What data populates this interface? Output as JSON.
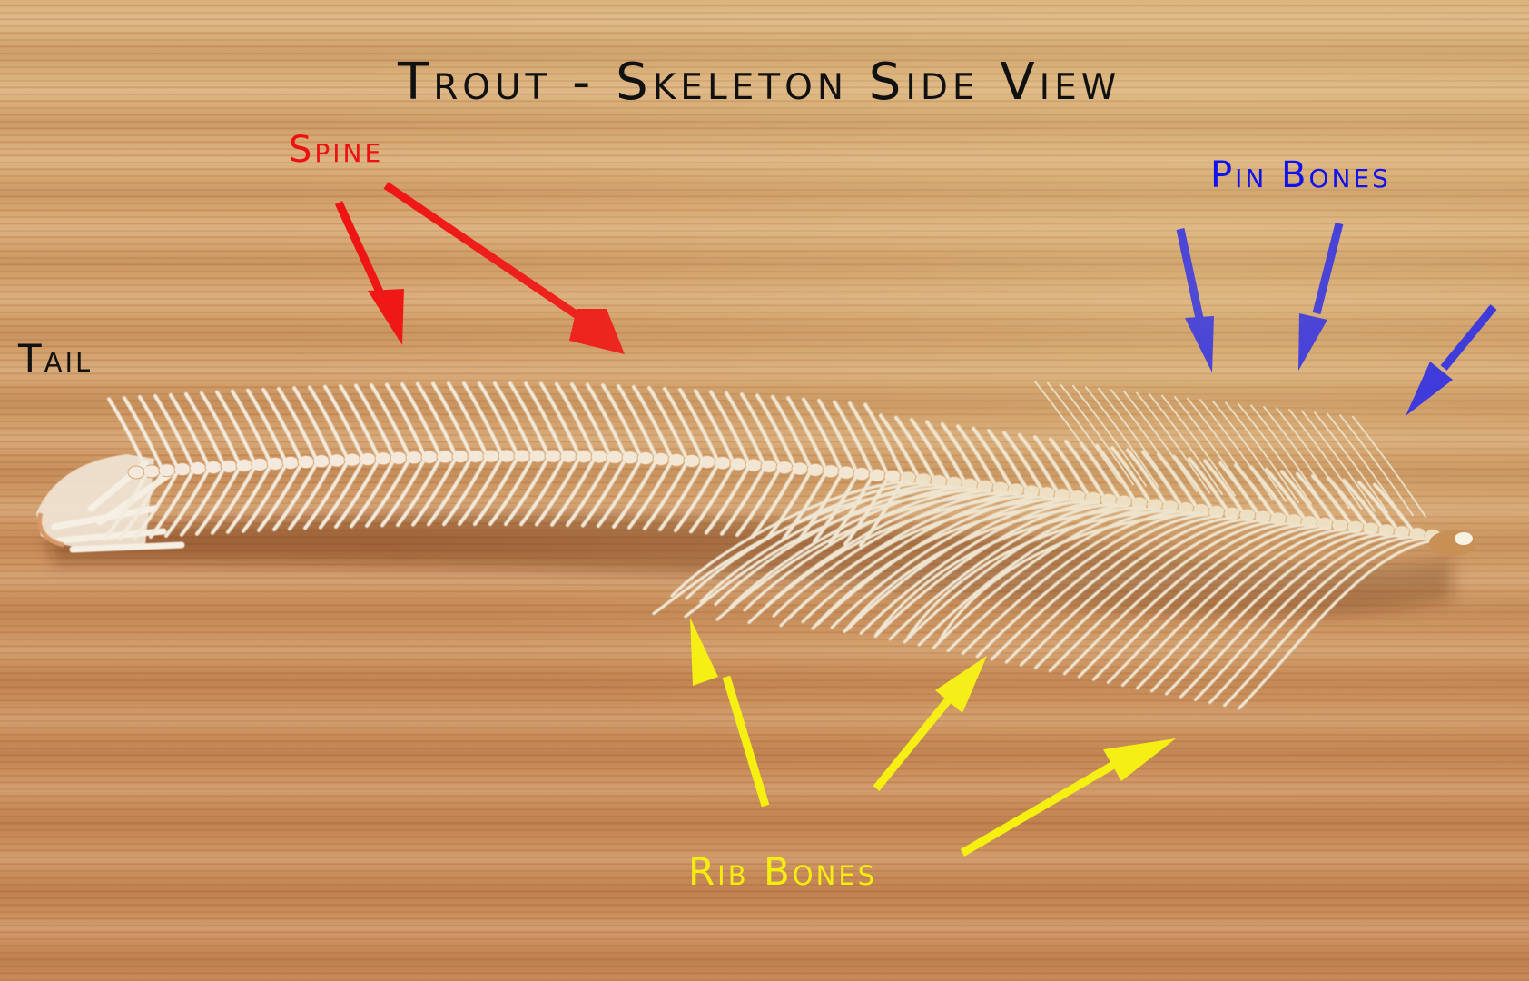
{
  "title": "Trout - Skeleton Side View",
  "labels": {
    "tail": {
      "text": "Tail",
      "color": "#111111"
    },
    "spine": {
      "text": "Spine",
      "color": "#ee1111",
      "arrow_count": 2
    },
    "pin_bones": {
      "text": "Pin Bones",
      "color": "#1111ee",
      "arrow_count": 3
    },
    "rib_bones": {
      "text": "Rib Bones",
      "color": "#f4ee10",
      "arrow_count": 3
    }
  },
  "background": {
    "description": "bamboo cutting board",
    "color": "#cf9a66"
  },
  "subject": {
    "description": "trout skeleton, tail at left, head end at right",
    "bone_color": "#f3ece0"
  }
}
